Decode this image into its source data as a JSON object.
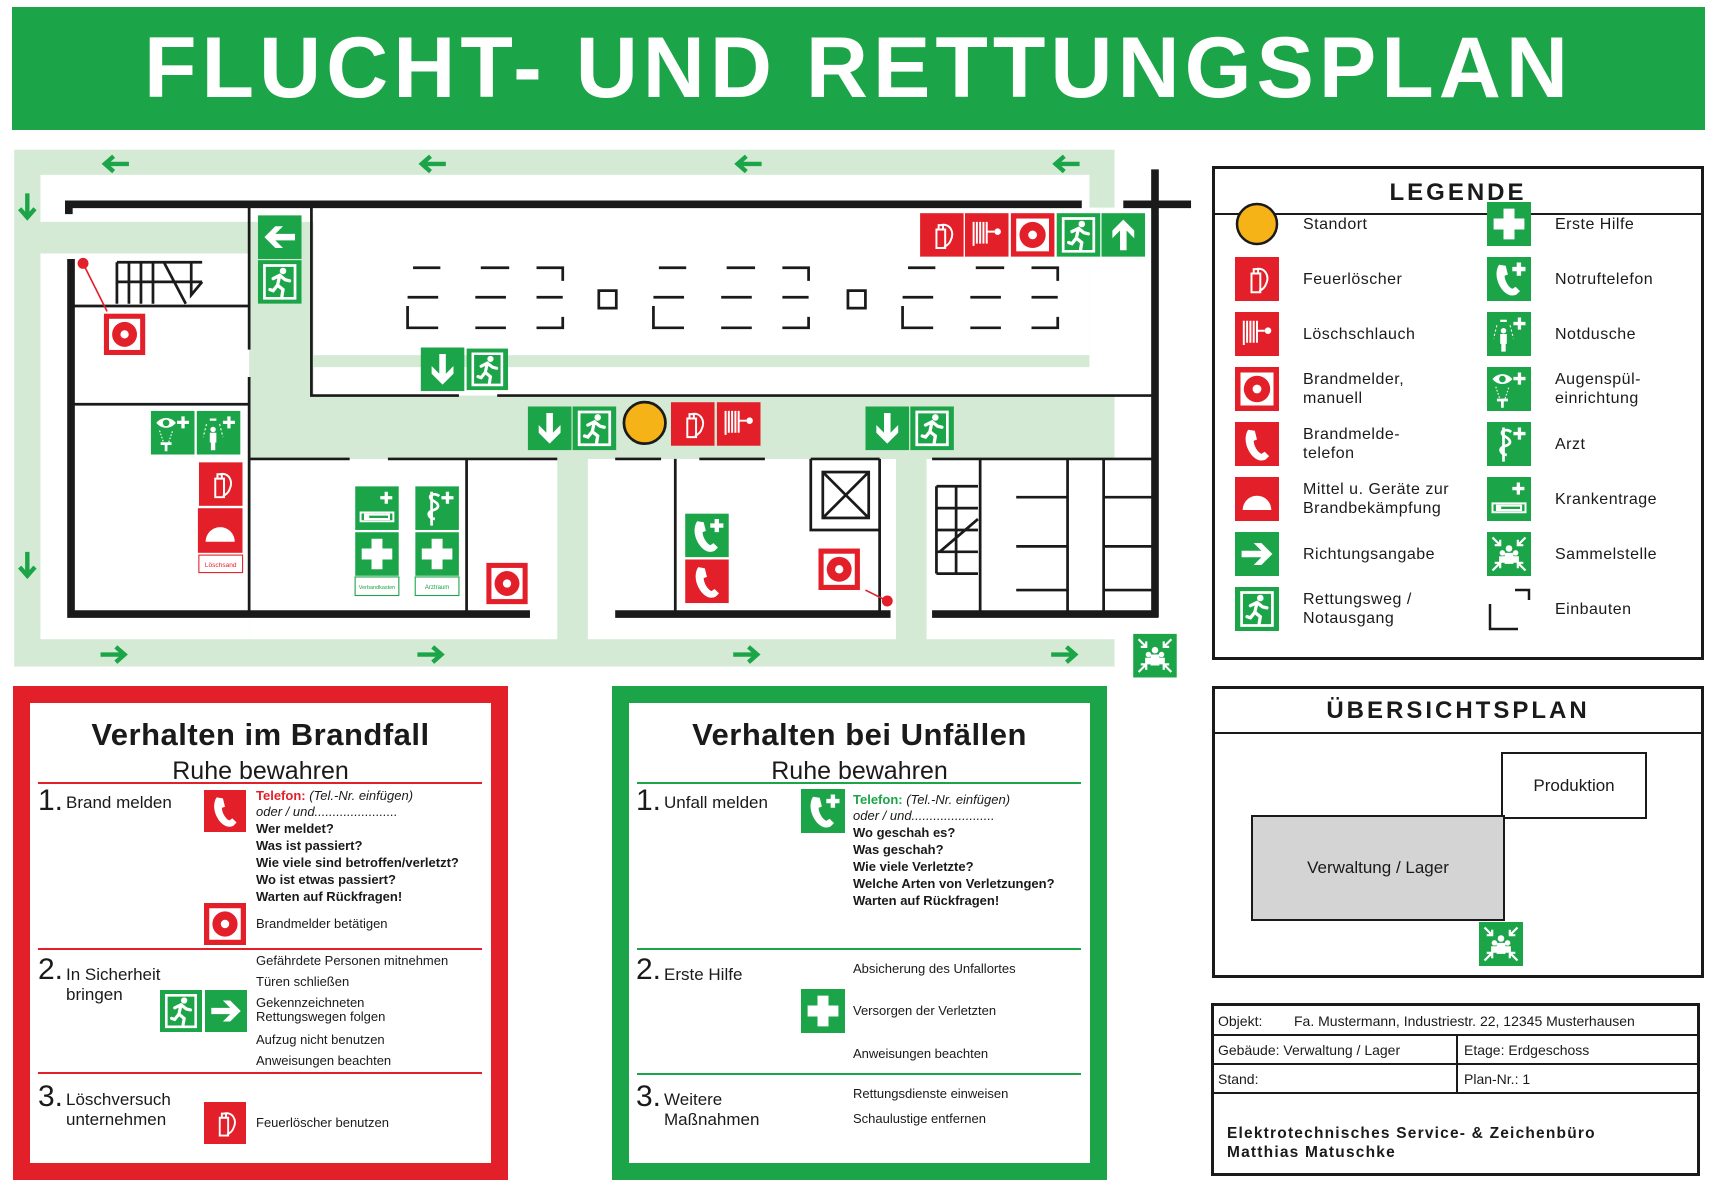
{
  "title": "FLUCHT- UND RETTUNGSPLAN",
  "colors": {
    "green": "#1ba548",
    "red": "#e3202a",
    "route": "#d4ead4",
    "standort": "#f6b317",
    "overview_gray": "#d4d4d4"
  },
  "floor_plan": {
    "sign_labels": {
      "loeschsand": "Löschsand",
      "verbandkasten": "Verbandkasten",
      "arztraum": "Arztraum"
    },
    "icons": [
      "standort-marker",
      "fire-extinguisher",
      "fire-hose",
      "manual-fire-alarm",
      "fire-alarm-phone",
      "fire-fighting-equipment",
      "direction-arrow",
      "emergency-exit",
      "first-aid",
      "emergency-phone",
      "emergency-shower",
      "eye-wash",
      "doctor",
      "stretcher",
      "assembly-point",
      "elevator"
    ]
  },
  "brandfall": {
    "title": "Verhalten im Brandfall",
    "subtitle": "Ruhe bewahren",
    "s1": {
      "num": "1.",
      "label": "Brand melden",
      "tel_label": "Telefon:",
      "tel_hint": "(Tel.-Nr. einfügen)",
      "oder": "oder / und.......................",
      "lines": [
        "Wer meldet?",
        "Was ist passiert?",
        "Wie viele sind betroffen/verletzt?",
        "Wo ist etwas passiert?",
        "Warten auf Rückfragen!"
      ],
      "alarm": "Brandmelder betätigen"
    },
    "s2": {
      "num": "2.",
      "label1": "In Sicherheit",
      "label2": "bringen",
      "lines": [
        "Gefährdete Personen mitnehmen",
        "Türen schließen",
        "Gekennzeichneten",
        "Rettungswegen folgen",
        "Aufzug nicht benutzen",
        "Anweisungen beachten"
      ]
    },
    "s3": {
      "num": "3.",
      "label1": "Löschversuch",
      "label2": "unternehmen",
      "line": "Feuerlöscher benutzen"
    }
  },
  "unfall": {
    "title": "Verhalten bei Unfällen",
    "subtitle": "Ruhe bewahren",
    "s1": {
      "num": "1.",
      "label": "Unfall melden",
      "tel_label": "Telefon:",
      "tel_hint": "(Tel.-Nr. einfügen)",
      "oder": "oder / und.......................",
      "lines": [
        "Wo geschah es?",
        "Was geschah?",
        "Wie viele Verletzte?",
        "Welche Arten von Verletzungen?",
        "Warten auf Rückfragen!"
      ]
    },
    "s2": {
      "num": "2.",
      "label": "Erste Hilfe",
      "lines": [
        "Absicherung des Unfallortes",
        "Versorgen der Verletzten",
        "Anweisungen beachten"
      ]
    },
    "s3": {
      "num": "3.",
      "label1": "Weitere",
      "label2": "Maßnahmen",
      "lines": [
        "Rettungsdienste einweisen",
        "Schaulustige entfernen"
      ]
    }
  },
  "legend": {
    "title": "LEGENDE",
    "left": [
      {
        "icon": "standort",
        "label": "Standort"
      },
      {
        "icon": "fire-extinguisher",
        "label": "Feuerlöscher"
      },
      {
        "icon": "fire-hose",
        "label": "Löschschlauch"
      },
      {
        "icon": "manual-fire-alarm",
        "label": "Brandmelder,\nmanuell"
      },
      {
        "icon": "fire-alarm-phone",
        "label": "Brandmelde-\ntelefon"
      },
      {
        "icon": "fire-fighting-equipment",
        "label": "Mittel u. Geräte zur\nBrandbekämpfung"
      },
      {
        "icon": "direction-arrow",
        "label": "Richtungsangabe"
      },
      {
        "icon": "emergency-exit",
        "label": "Rettungsweg /\nNotausgang"
      }
    ],
    "right": [
      {
        "icon": "first-aid",
        "label": "Erste Hilfe"
      },
      {
        "icon": "emergency-phone",
        "label": "Notruftelefon"
      },
      {
        "icon": "emergency-shower",
        "label": "Notdusche"
      },
      {
        "icon": "eye-wash",
        "label": "Augenspül-\neinrichtung"
      },
      {
        "icon": "doctor",
        "label": "Arzt"
      },
      {
        "icon": "stretcher",
        "label": "Krankentrage"
      },
      {
        "icon": "assembly-point",
        "label": "Sammelstelle"
      },
      {
        "icon": "fixtures",
        "label": "Einbauten"
      }
    ]
  },
  "overview": {
    "title": "ÜBERSICHTSPLAN",
    "produktion": "Produktion",
    "verwaltung": "Verwaltung / Lager"
  },
  "info": {
    "objekt_label": "Objekt:",
    "objekt": "Fa. Mustermann, Industriestr. 22, 12345 Musterhausen",
    "gebaeude": "Gebäude: Verwaltung / Lager",
    "etage": "Etage:  Erdgeschoss",
    "stand": "Stand:",
    "plan_nr": "Plan-Nr.:  1",
    "company1": "Elektrotechnisches Service- & Zeichenbüro",
    "company2": "Matthias Matuschke"
  }
}
